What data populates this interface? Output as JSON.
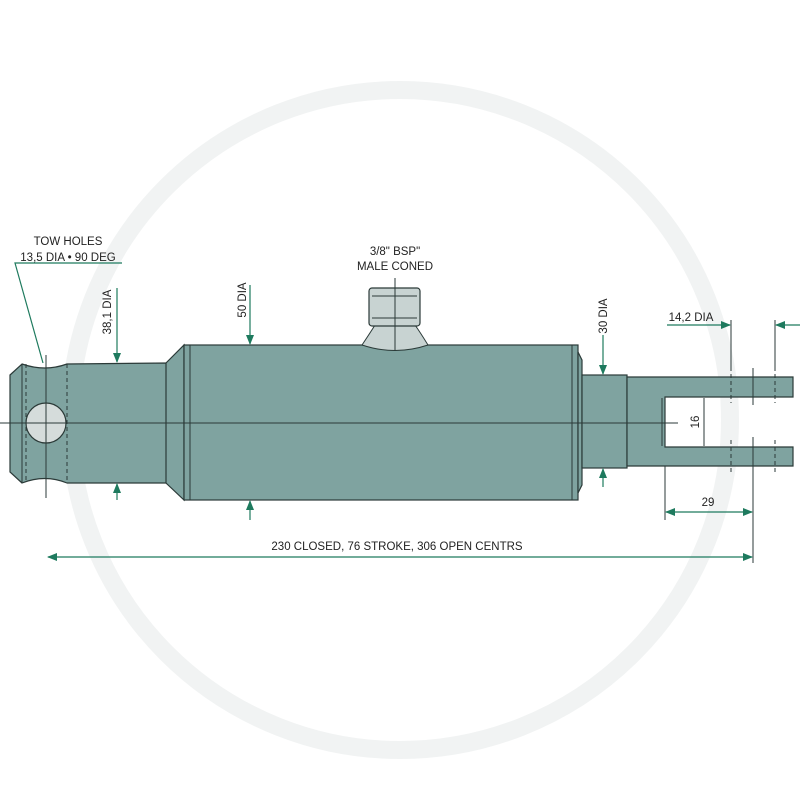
{
  "drawing": {
    "tow_holes_line1": "TOW HOLES",
    "tow_holes_line2": "13,5 DIA • 90 DEG",
    "port_line1": "3/8\" BSP\"",
    "port_line2": "MALE CONED",
    "dia_eye": "38,1 DIA",
    "dia_barrel": "50 DIA",
    "dia_rod": "30 DIA",
    "dia_clevis_pin": "14,2 DIA",
    "slot_width": "16",
    "clevis_depth": "29",
    "overall": "230 CLOSED, 76 STROKE, 306 OPEN CENTRS"
  },
  "colors": {
    "body": "#7fa3a0",
    "dimension": "#1e7a5e",
    "outline": "#2b3a38"
  }
}
